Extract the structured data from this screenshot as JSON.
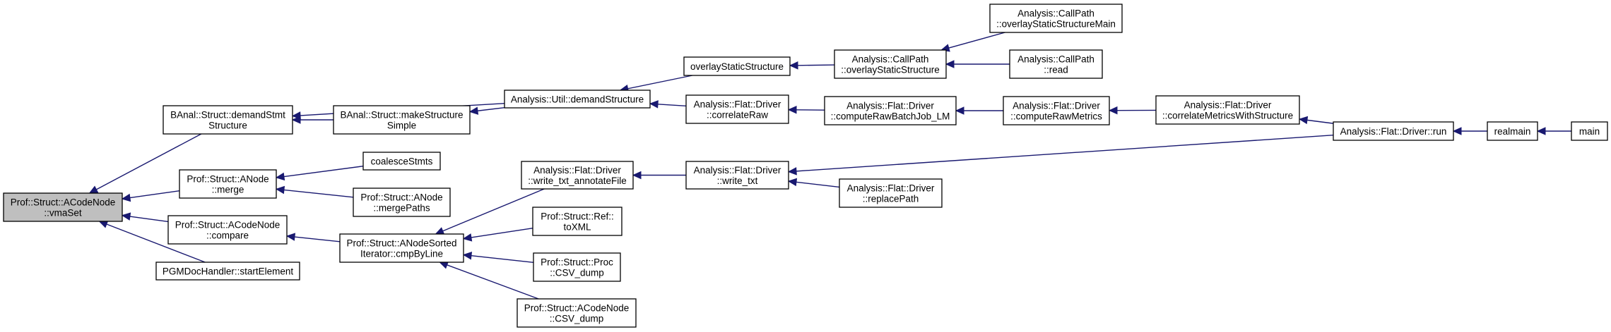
{
  "graph": {
    "edge_color": "#191970",
    "focus_fill": "#bfbfbf",
    "nodes": [
      {
        "id": "vmaSet",
        "lines": [
          "Prof::Struct::ACodeNode",
          "::vmaSet"
        ],
        "focus": true
      },
      {
        "id": "demandStmt",
        "lines": [
          "BAnal::Struct::demandStmt",
          "Structure"
        ]
      },
      {
        "id": "makeSimple",
        "lines": [
          "BAnal::Struct::makeStructure",
          "Simple"
        ]
      },
      {
        "id": "coalesce",
        "lines": [
          "coalesceStmts"
        ]
      },
      {
        "id": "merge",
        "lines": [
          "Prof::Struct::ANode",
          "::merge"
        ]
      },
      {
        "id": "mergePaths",
        "lines": [
          "Prof::Struct::ANode",
          "::mergePaths"
        ]
      },
      {
        "id": "compare",
        "lines": [
          "Prof::Struct::ACodeNode",
          "::compare"
        ]
      },
      {
        "id": "cmpByLine",
        "lines": [
          "Prof::Struct::ANodeSorted",
          "Iterator::cmpByLine"
        ]
      },
      {
        "id": "pgm",
        "lines": [
          "PGMDocHandler::startElement"
        ]
      },
      {
        "id": "cpMain",
        "lines": [
          "Analysis::CallPath",
          "::overlayStaticStructureMain"
        ]
      },
      {
        "id": "overlay",
        "lines": [
          "overlayStaticStructure"
        ]
      },
      {
        "id": "cpOverlay",
        "lines": [
          "Analysis::CallPath",
          "::overlayStaticStructure"
        ]
      },
      {
        "id": "cpRead",
        "lines": [
          "Analysis::CallPath",
          "::read"
        ]
      },
      {
        "id": "utilDemand",
        "lines": [
          "Analysis::Util::demandStructure"
        ]
      },
      {
        "id": "corrRaw",
        "lines": [
          "Analysis::Flat::Driver",
          "::correlateRaw"
        ]
      },
      {
        "id": "batchLM",
        "lines": [
          "Analysis::Flat::Driver",
          "::computeRawBatchJob_LM"
        ]
      },
      {
        "id": "rawMetrics",
        "lines": [
          "Analysis::Flat::Driver",
          "::computeRawMetrics"
        ]
      },
      {
        "id": "corrMetrics",
        "lines": [
          "Analysis::Flat::Driver",
          "::correlateMetricsWithStructure"
        ]
      },
      {
        "id": "run",
        "lines": [
          "Analysis::Flat::Driver::run"
        ]
      },
      {
        "id": "realmain",
        "lines": [
          "realmain"
        ]
      },
      {
        "id": "main",
        "lines": [
          "main"
        ]
      },
      {
        "id": "annotate",
        "lines": [
          "Analysis::Flat::Driver",
          "::write_txt_annotateFile"
        ]
      },
      {
        "id": "writeTxt",
        "lines": [
          "Analysis::Flat::Driver",
          "::write_txt"
        ]
      },
      {
        "id": "replacePath",
        "lines": [
          "Analysis::Flat::Driver",
          "::replacePath"
        ]
      },
      {
        "id": "toXML",
        "lines": [
          "Prof::Struct::Ref::",
          "toXML"
        ]
      },
      {
        "id": "procCsv",
        "lines": [
          "Prof::Struct::Proc",
          "::CSV_dump"
        ]
      },
      {
        "id": "acnCsv",
        "lines": [
          "Prof::Struct::ACodeNode",
          "::CSV_dump"
        ]
      }
    ],
    "edges": [
      {
        "from": "demandStmt",
        "to": "vmaSet"
      },
      {
        "from": "merge",
        "to": "vmaSet"
      },
      {
        "from": "compare",
        "to": "vmaSet"
      },
      {
        "from": "pgm",
        "to": "vmaSet"
      },
      {
        "from": "makeSimple",
        "to": "demandStmt"
      },
      {
        "from": "utilDemand",
        "to": "demandStmt"
      },
      {
        "from": "utilDemand",
        "to": "makeSimple"
      },
      {
        "from": "coalesce",
        "to": "merge"
      },
      {
        "from": "mergePaths",
        "to": "merge"
      },
      {
        "from": "cmpByLine",
        "to": "compare"
      },
      {
        "from": "annotate",
        "to": "cmpByLine"
      },
      {
        "from": "toXML",
        "to": "cmpByLine"
      },
      {
        "from": "procCsv",
        "to": "cmpByLine"
      },
      {
        "from": "acnCsv",
        "to": "cmpByLine"
      },
      {
        "from": "overlay",
        "to": "utilDemand"
      },
      {
        "from": "corrRaw",
        "to": "utilDemand"
      },
      {
        "from": "cpOverlay",
        "to": "overlay"
      },
      {
        "from": "cpMain",
        "to": "cpOverlay"
      },
      {
        "from": "cpRead",
        "to": "cpOverlay"
      },
      {
        "from": "batchLM",
        "to": "corrRaw"
      },
      {
        "from": "rawMetrics",
        "to": "batchLM"
      },
      {
        "from": "corrMetrics",
        "to": "rawMetrics"
      },
      {
        "from": "run",
        "to": "corrMetrics"
      },
      {
        "from": "writeTxt",
        "to": "annotate"
      },
      {
        "from": "run",
        "to": "writeTxt"
      },
      {
        "from": "replacePath",
        "to": "writeTxt"
      },
      {
        "from": "realmain",
        "to": "run"
      },
      {
        "from": "main",
        "to": "realmain"
      }
    ]
  }
}
